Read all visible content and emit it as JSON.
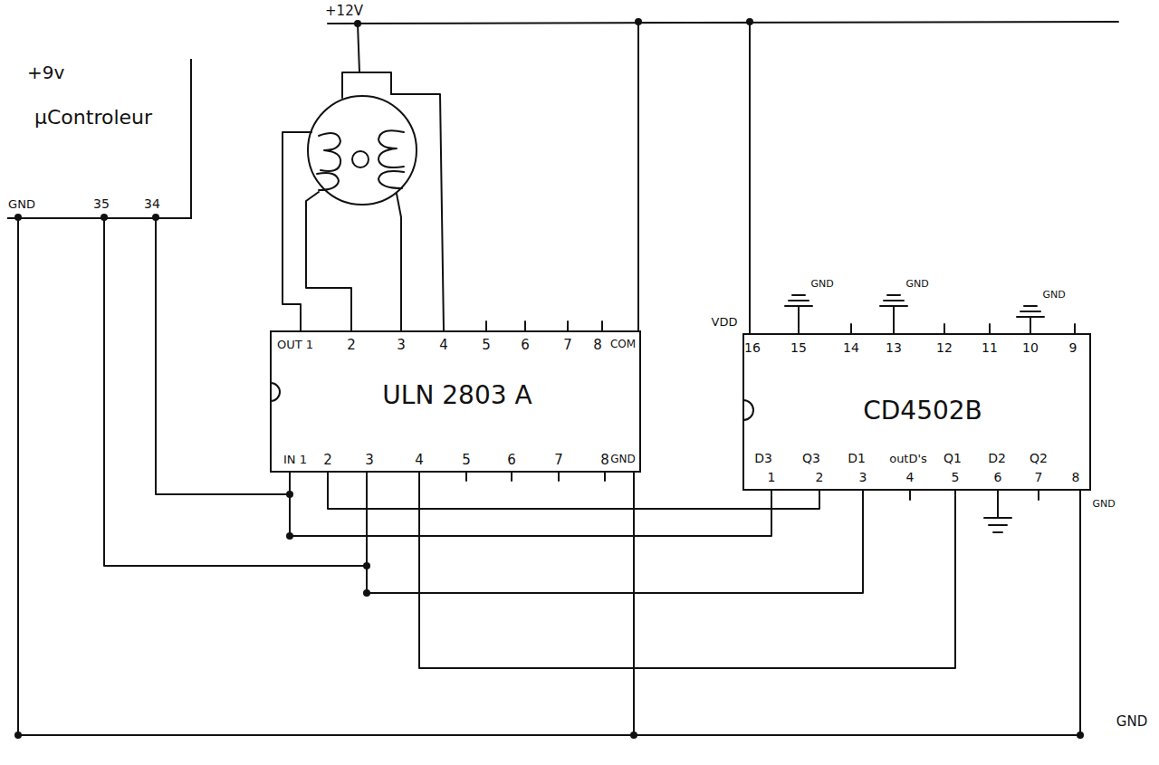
{
  "diagram": {
    "nodes": [
      {
        "text": [
          "+9v",
          "µControleur"
        ]
      },
      {
        "text": [
          "ULN 2803 A"
        ]
      },
      {
        "text": [
          "CD4502B"
        ]
      }
    ],
    "edges": [
      {
        "from": 0,
        "to": 1,
        "arrow": "none"
      },
      {
        "from": 0,
        "to": 1,
        "arrow": "none"
      },
      {
        "from": 1,
        "to": 2,
        "arrow": "none"
      },
      {
        "from": 1,
        "to": 2,
        "arrow": "none"
      },
      {
        "from": 1,
        "to": 2,
        "arrow": "none"
      },
      {
        "from": 1,
        "to": 2,
        "arrow": "none"
      },
      {
        "from": 0,
        "to": 1,
        "arrow": "none"
      },
      {
        "from": 1,
        "to": 2,
        "arrow": "none"
      },
      {
        "from": 1,
        "to": 2,
        "arrow": "none"
      }
    ],
    "labels": [
      "+12V",
      "GND",
      "35",
      "34",
      "OUT 1",
      "2",
      "3",
      "4",
      "5",
      "6",
      "7",
      "8",
      "COM",
      "IN 1",
      "2",
      "3",
      "4",
      "5",
      "6",
      "7",
      "8",
      "GND",
      "VDD",
      "16",
      "15",
      "14",
      "13",
      "12",
      "11",
      "10",
      "9",
      "GND",
      "GND",
      "GND",
      "D3",
      "Q3",
      "D1",
      "outD's",
      "Q1",
      "D2",
      "Q2",
      "1",
      "2",
      "3",
      "4",
      "5",
      "6",
      "7",
      "8",
      "GND",
      "GND"
    ]
  }
}
